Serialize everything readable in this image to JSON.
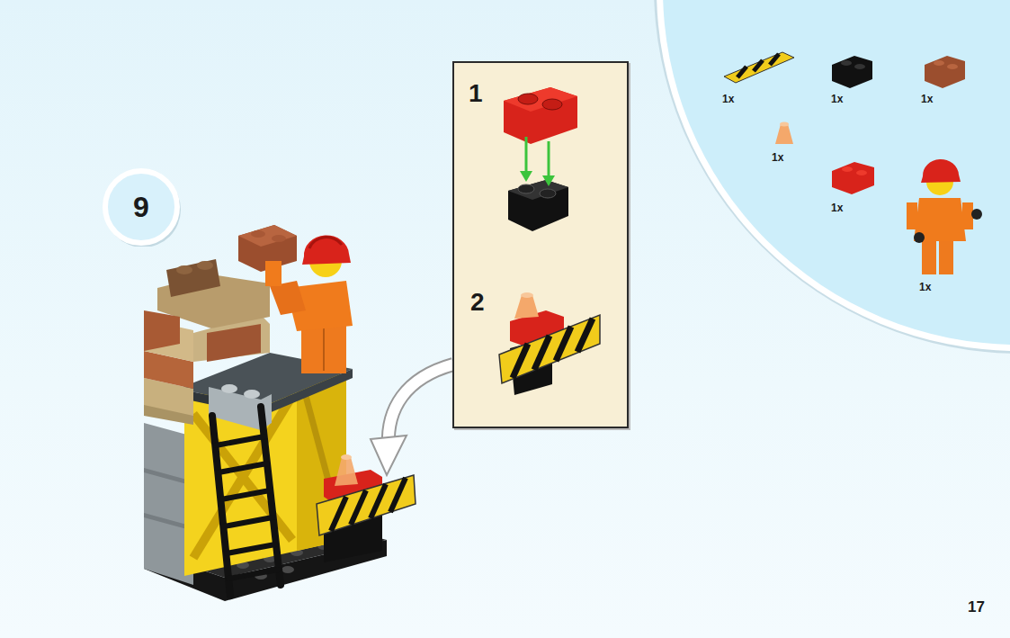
{
  "diagram": {
    "nodes": [
      {
        "text": [
          "9"
        ]
      },
      {
        "text": [
          "1",
          "2"
        ]
      },
      {
        "text": [
          "1x",
          "1x",
          "1x",
          "1x",
          "1x",
          "1x"
        ]
      }
    ],
    "labels": [
      "17"
    ]
  }
}
